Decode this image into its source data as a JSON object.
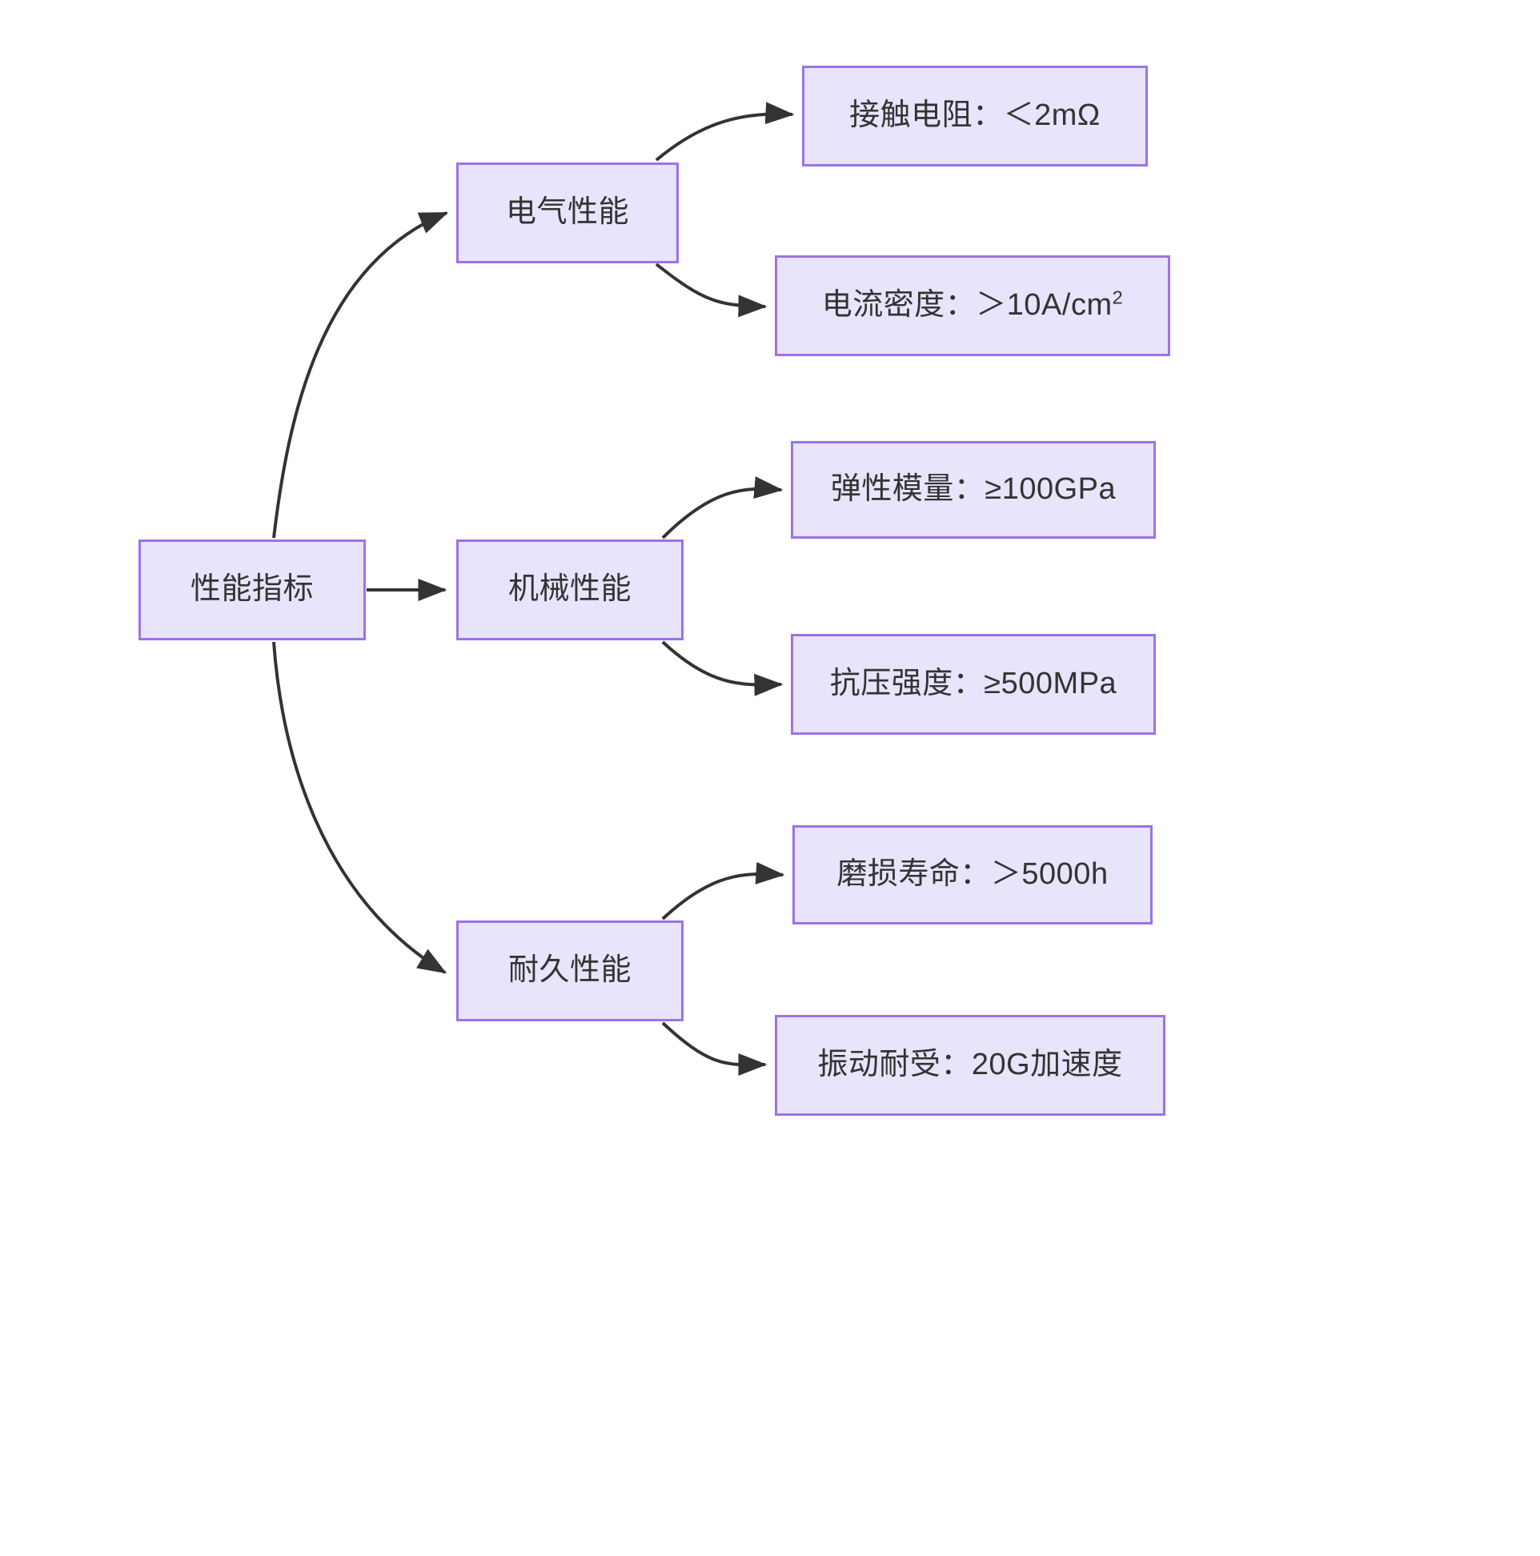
{
  "diagram": {
    "type": "tree-flowchart",
    "direction": "left-to-right",
    "background_color": "#ffffff",
    "node_fill_color": "#e7e4fb",
    "node_border_color": "#9d72e8",
    "node_text_color": "#333333",
    "edge_color": "#333333",
    "root": {
      "id": "root",
      "label": "性能指标"
    },
    "branches": [
      {
        "id": "electrical",
        "label": "电气性能",
        "leaves": [
          {
            "id": "contact-resistance",
            "label": "接触电阻：＜2mΩ"
          },
          {
            "id": "current-density",
            "label_main": "电流密度：＞10A/cm",
            "label_sup": "2"
          }
        ]
      },
      {
        "id": "mechanical",
        "label": "机械性能",
        "leaves": [
          {
            "id": "elastic-modulus",
            "label": "弹性模量：≥100GPa"
          },
          {
            "id": "compressive-strength",
            "label": "抗压强度：≥500MPa"
          }
        ]
      },
      {
        "id": "durability",
        "label": "耐久性能",
        "leaves": [
          {
            "id": "wear-life",
            "label": "磨损寿命：＞5000h"
          },
          {
            "id": "vibration-tolerance",
            "label": "振动耐受：20G加速度"
          }
        ]
      }
    ],
    "edges": [
      {
        "from": "root",
        "to": "electrical"
      },
      {
        "from": "root",
        "to": "mechanical"
      },
      {
        "from": "root",
        "to": "durability"
      },
      {
        "from": "electrical",
        "to": "contact-resistance"
      },
      {
        "from": "electrical",
        "to": "current-density"
      },
      {
        "from": "mechanical",
        "to": "elastic-modulus"
      },
      {
        "from": "mechanical",
        "to": "compressive-strength"
      },
      {
        "from": "durability",
        "to": "wear-life"
      },
      {
        "from": "durability",
        "to": "vibration-tolerance"
      }
    ]
  }
}
